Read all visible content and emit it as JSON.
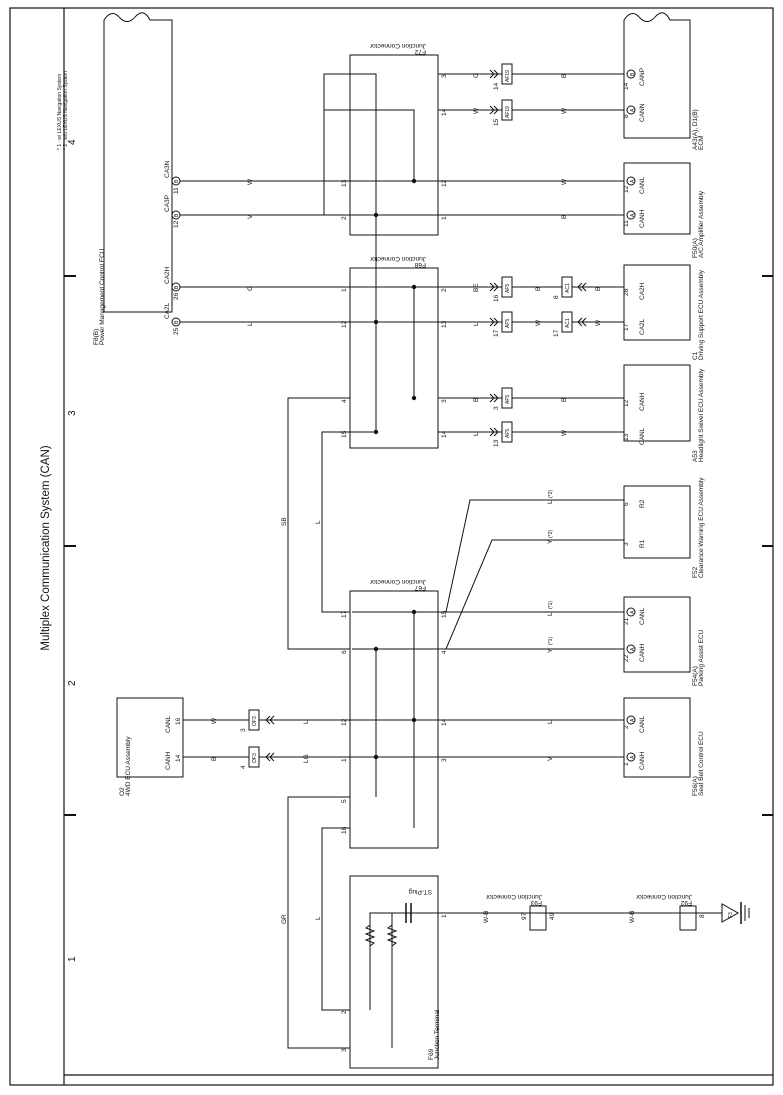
{
  "page": {
    "title": "Multiplex Communication System (CAN)",
    "zones": [
      "1",
      "2",
      "3",
      "4"
    ],
    "footnote1": "* 1 : w/ LEXUS Navigation System",
    "footnote2": "* 2 : w/o LEXUS Navigation System"
  },
  "components": {
    "pmecu": {
      "id": "F8(B)",
      "name": "Power Management Control ECU"
    },
    "ecm": {
      "id": "A43(A), D1(B)",
      "name": "ECM"
    },
    "acamp": {
      "id": "F50(A)",
      "name": "A/C Amplifier Assembly"
    },
    "dsecu": {
      "id": "C1",
      "name": "Driving Support ECU Assembly"
    },
    "hlecu": {
      "id": "A53",
      "name": "Headlight Swivel ECU Assembly"
    },
    "cwecu": {
      "id": "F52",
      "name": "Clearance Warning ECU Assembly"
    },
    "paecu": {
      "id": "F54(A)",
      "name": "Parking Assist ECU"
    },
    "ssecu": {
      "id": "F56(A)",
      "name": "Seat Belt Control ECU"
    },
    "fourwd": {
      "id": "O2",
      "name": "4WD ECU Assembly"
    },
    "f72": {
      "id": "F72",
      "name": "Junction Connector"
    },
    "f68": {
      "id": "F68",
      "name": "Junction Connector"
    },
    "f67": {
      "id": "F67",
      "name": "Junction Connector"
    },
    "f69": {
      "id": "F69",
      "name": "Junction Terminal",
      "plug": "ST-Plug"
    },
    "f93": {
      "id": "F93",
      "name": "Junction Connector"
    },
    "f92": {
      "id": "F92",
      "name": "Junction Connector"
    }
  },
  "pins": {
    "pm_ca3n": "CA3N",
    "pm_ca3p": "CA3P",
    "pm_ca2h": "CA2H",
    "pm_ca2l": "CA2L",
    "pm_11": "11",
    "pm_12": "12",
    "pm_26": "26",
    "pm_25": "25",
    "ecm_canp": "CANP",
    "ecm_cann": "CANN",
    "ecm_14": "14",
    "ecm_8": "8",
    "ac_canl": "CANL",
    "ac_canh": "CANH",
    "ac_12": "12",
    "ac_11": "11",
    "ds_ca2h": "CA2H",
    "ds_ca2l": "CA2L",
    "ds_28": "28",
    "ds_17": "17",
    "hl_canh": "CANH",
    "hl_canl": "CANL",
    "hl_12": "12",
    "hl_13": "13",
    "cw_r2": "R2",
    "cw_r1": "R1",
    "cw_6": "6",
    "cw_3": "3",
    "pa_canl": "CANL",
    "pa_canh": "CANH",
    "pa_21": "21",
    "pa_22": "22",
    "ss_canl": "CANL",
    "ss_canh": "CANH",
    "ss_2": "2",
    "ss_1": "1",
    "fw_canl": "CANL",
    "fw_canh": "CANH",
    "fw_16": "16",
    "fw_14": "14",
    "f72_3": "3",
    "f72_14": "14",
    "f72_12": "12",
    "f72_1": "1",
    "f72_13": "13",
    "f72_2": "2",
    "f68_2": "2",
    "f68_13": "13",
    "f68_3": "3",
    "f68_14": "14",
    "f68_1": "1",
    "f68_12": "12",
    "f68_4": "4",
    "f68_15": "15",
    "f67_15": "15",
    "f67_4": "4",
    "f67_14": "14",
    "f67_3": "3",
    "f67_17": "17",
    "f67_6": "6",
    "f67_12": "12",
    "f67_1": "1",
    "f67_5": "5",
    "f67_16": "16",
    "f69_1": "1",
    "f69_2": "2",
    "f69_3": "3",
    "f93_97": "97",
    "f93_49": "49",
    "f92_8": "8",
    "a": "A",
    "b": "B",
    "ecm_side_a": "A",
    "ecm_side_b": "B"
  },
  "connectors": {
    "af19a": "AF19",
    "af19b": "AF19",
    "af5a": "AF5",
    "af5b": "AF5",
    "af5c": "AF5",
    "af5d": "AF5",
    "ac1a": "AC1",
    "ac1b": "AC1",
    "of3a": "OF3",
    "of3b": "OF3",
    "f3": "F3",
    "n14": "14",
    "n15": "15",
    "n16": "16",
    "n8": "8",
    "n17": "17",
    "n13": "13",
    "n3": "3",
    "n3b": "3",
    "n4": "4"
  },
  "wires": {
    "g": "G",
    "w": "W",
    "b": "B",
    "v": "V",
    "l": "L",
    "lg": "LG",
    "y": "Y",
    "be": "BE",
    "sb": "SB",
    "gr": "GR",
    "wb": "W-B",
    "star1": "(*1)",
    "star2": "(*2)"
  }
}
